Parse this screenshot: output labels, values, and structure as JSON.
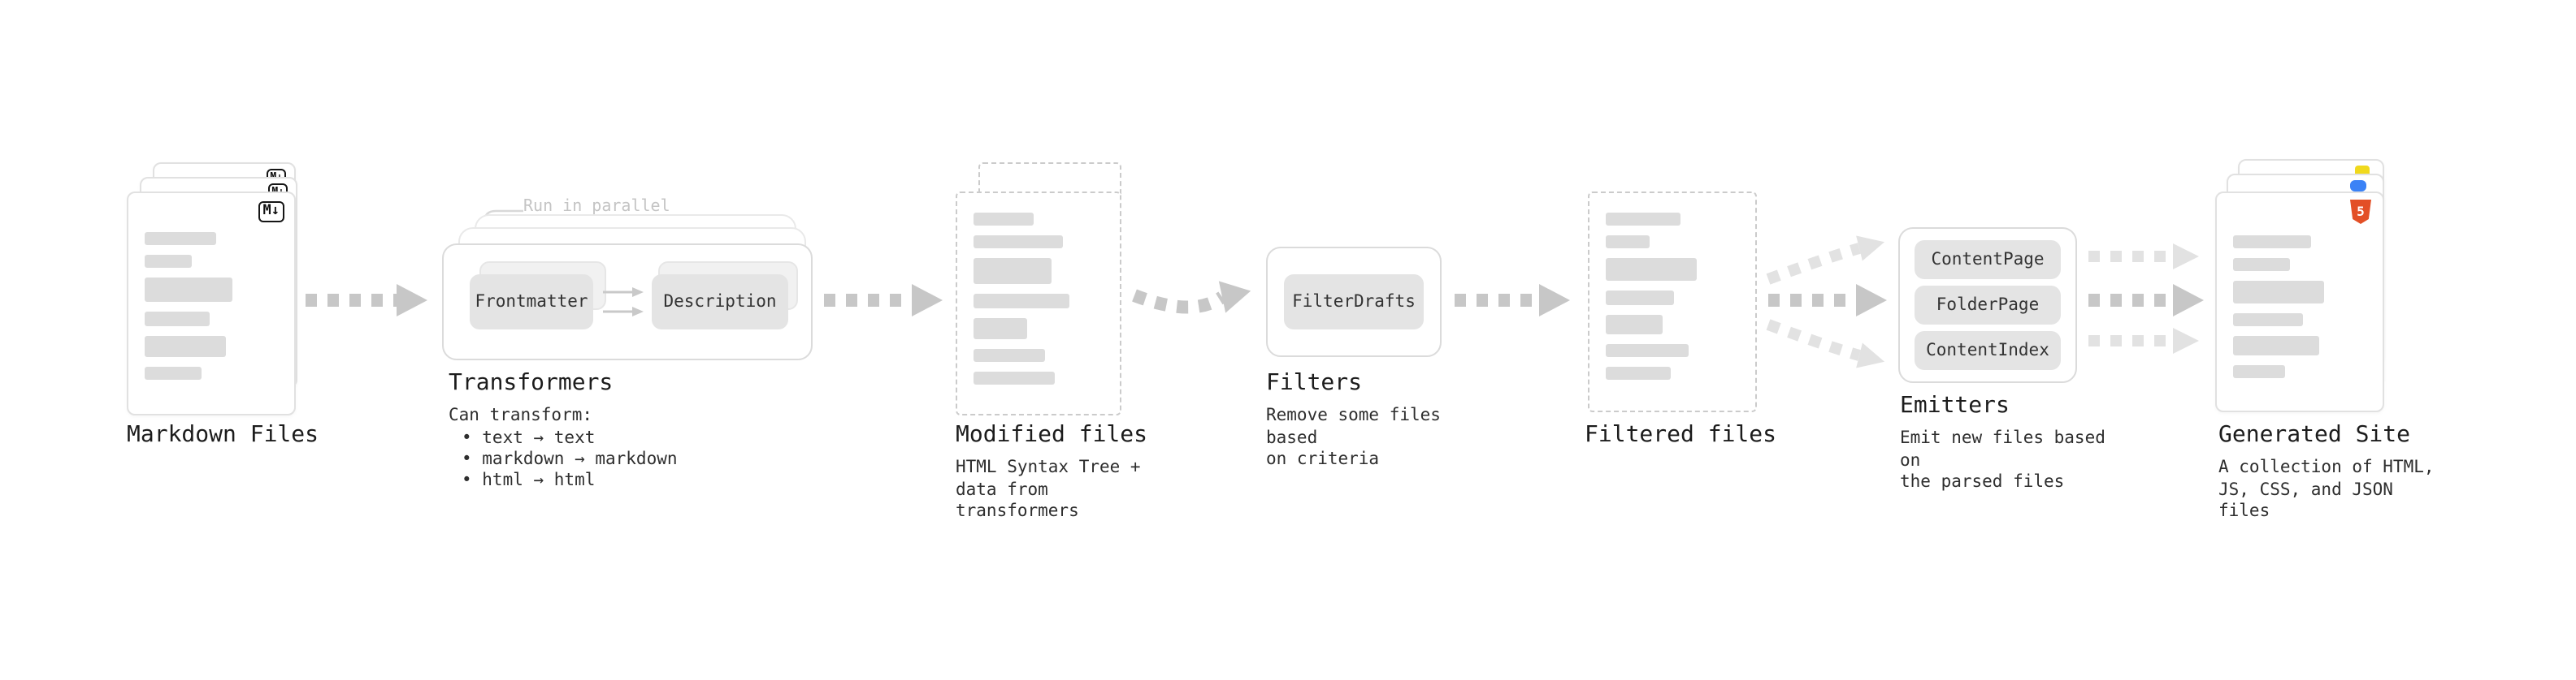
{
  "colors": {
    "html-orange": "#e34f26",
    "js-yellow": "#f0d91d",
    "css-blue": "#3b82f6",
    "bar-gray": "#dcdcdc",
    "arrow-gray": "#c7c7c7",
    "arrow-light": "#e2e2e2"
  },
  "nodes": {
    "markdown": {
      "label": "Markdown Files",
      "badge": "M↓",
      "bars": [
        [
          55,
          8
        ],
        [
          36,
          8
        ],
        [
          68,
          15
        ],
        [
          50,
          9
        ],
        [
          62,
          13
        ],
        [
          44,
          8
        ]
      ]
    },
    "transformers": {
      "label": "Transformers",
      "callout": "Run in parallel",
      "boxes": [
        "Frontmatter",
        "Description"
      ],
      "desc_title": "Can transform:",
      "bullets": [
        "• text → text",
        "• markdown → markdown",
        "• html → html"
      ]
    },
    "modified": {
      "label": "Modified files",
      "desc": "HTML Syntax Tree +\ndata from transformers",
      "bars": [
        [
          48,
          8
        ],
        [
          70,
          8
        ],
        [
          62,
          16
        ],
        [
          76,
          9
        ],
        [
          42,
          13
        ],
        [
          56,
          8
        ],
        [
          64,
          8
        ]
      ]
    },
    "filters": {
      "label": "Filters",
      "boxes": [
        "FilterDrafts"
      ],
      "desc": "Remove some files based\non criteria"
    },
    "filtered": {
      "label": "Filtered files",
      "bars": [
        [
          58,
          8
        ],
        [
          34,
          8
        ],
        [
          70,
          14
        ],
        [
          52,
          9
        ],
        [
          44,
          12
        ],
        [
          64,
          8
        ],
        [
          50,
          8
        ]
      ]
    },
    "emitters": {
      "label": "Emitters",
      "boxes": [
        "ContentPage",
        "FolderPage",
        "ContentIndex"
      ],
      "desc": "Emit new files based on\nthe parsed files"
    },
    "generated": {
      "label": "Generated Site",
      "badge": "5",
      "desc": "A collection of HTML,\nJS, CSS, and JSON files",
      "bars": [
        [
          60,
          8
        ],
        [
          44,
          8
        ],
        [
          70,
          14
        ],
        [
          54,
          8
        ],
        [
          66,
          12
        ],
        [
          40,
          8
        ]
      ]
    }
  }
}
